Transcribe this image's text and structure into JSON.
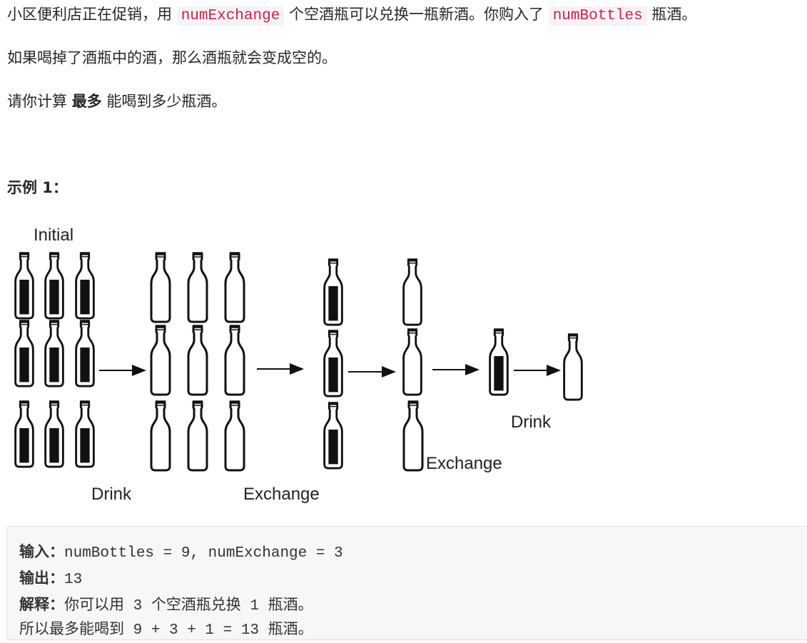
{
  "intro": {
    "p1_a": "小区便利店正在促销，用",
    "p1_code1": "numExchange",
    "p1_b": "个空酒瓶可以兑换一瓶新酒。你购入了",
    "p1_code2": "numBottles",
    "p1_c": "瓶酒。",
    "p2": "如果喝掉了酒瓶中的酒，那么酒瓶就会变成空的。",
    "p3_a": "请你计算",
    "p3_strong": "最多",
    "p3_b": "能喝到多少瓶酒。"
  },
  "example": {
    "title": "示例 1：",
    "diagram": {
      "label_initial": "Initial",
      "label_drink_1": "Drink",
      "label_exchange_1": "Exchange",
      "label_exchange_2": "Exchange",
      "label_drink_2": "Drink"
    },
    "input_label": "输入：",
    "input_value": "numBottles = 9, numExchange = 3",
    "output_label": "输出：",
    "output_value": "13",
    "explain_label": "解释：",
    "explain_value": "你可以用 3 个空酒瓶兑换 1 瓶酒。",
    "explain_line2": "所以最多能喝到 9 + 3 + 1 = 13 瓶酒。"
  },
  "colors": {
    "code_text": "#c7254e",
    "code_bg": "#f7f2f4",
    "pre_bg": "#f7f7f7"
  }
}
